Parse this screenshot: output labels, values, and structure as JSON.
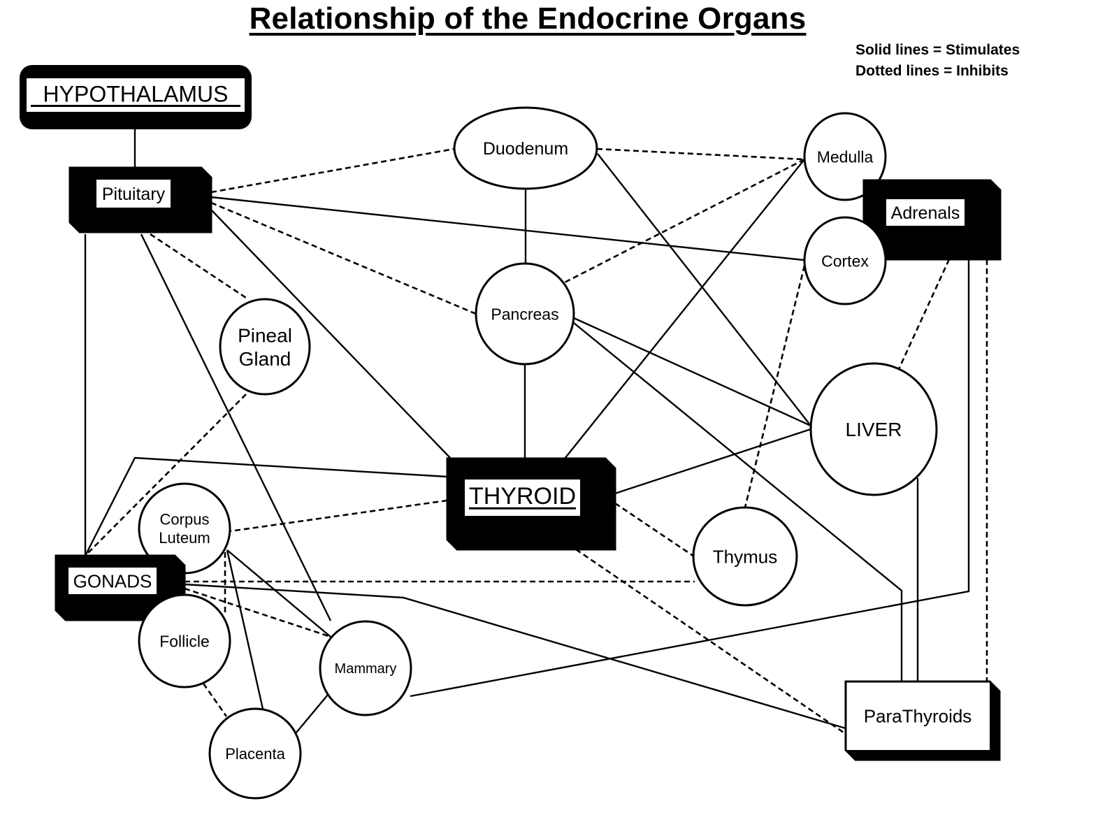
{
  "title": "Relationship of the Endocrine Organs",
  "legend": {
    "solid": "Solid lines = Stimulates",
    "dotted": "Dotted lines = Inhibits"
  },
  "colors": {
    "ink": "#000000",
    "paper": "#ffffff"
  },
  "nodes": [
    {
      "id": "hypothalamus",
      "label": [
        "HYPOTHALAMUS"
      ],
      "shape": "rounded-box",
      "style": "dark",
      "underline": true
    },
    {
      "id": "pituitary",
      "label": [
        "Pituitary"
      ],
      "shape": "box3d",
      "style": "dark"
    },
    {
      "id": "duodenum",
      "label": [
        "Duodenum"
      ],
      "shape": "ellipse"
    },
    {
      "id": "medulla",
      "label": [
        "Medulla"
      ],
      "shape": "ellipse"
    },
    {
      "id": "adrenals",
      "label": [
        "Adrenals"
      ],
      "shape": "box3d",
      "style": "dark"
    },
    {
      "id": "cortex",
      "label": [
        "Cortex"
      ],
      "shape": "ellipse"
    },
    {
      "id": "pancreas",
      "label": [
        "Pancreas"
      ],
      "shape": "ellipse"
    },
    {
      "id": "pineal",
      "label": [
        "Pineal",
        "Gland"
      ],
      "shape": "ellipse"
    },
    {
      "id": "liver",
      "label": [
        "LIVER"
      ],
      "shape": "ellipse"
    },
    {
      "id": "thyroid",
      "label": [
        "THYROID"
      ],
      "shape": "box3d",
      "style": "dark",
      "underline": true
    },
    {
      "id": "thymus",
      "label": [
        "Thymus"
      ],
      "shape": "ellipse"
    },
    {
      "id": "corpus_luteum",
      "label": [
        "Corpus",
        "Luteum"
      ],
      "shape": "ellipse"
    },
    {
      "id": "gonads",
      "label": [
        "GONADS"
      ],
      "shape": "box3d",
      "style": "dark"
    },
    {
      "id": "follicle",
      "label": [
        "Follicle"
      ],
      "shape": "ellipse"
    },
    {
      "id": "mammary",
      "label": [
        "Mammary"
      ],
      "shape": "ellipse"
    },
    {
      "id": "placenta",
      "label": [
        "Placenta"
      ],
      "shape": "ellipse"
    },
    {
      "id": "parathyroids",
      "label": [
        "ParaThyroids"
      ],
      "shape": "box3d",
      "style": "light"
    }
  ],
  "edges": [
    {
      "from": "hypothalamus",
      "to": "pituitary",
      "type": "stimulates"
    },
    {
      "from": "pituitary",
      "to": "duodenum",
      "type": "inhibits"
    },
    {
      "from": "pituitary",
      "to": "cortex",
      "type": "stimulates"
    },
    {
      "from": "pituitary",
      "to": "pancreas",
      "type": "inhibits"
    },
    {
      "from": "pituitary",
      "to": "pineal",
      "type": "inhibits"
    },
    {
      "from": "pituitary",
      "to": "thyroid",
      "type": "stimulates"
    },
    {
      "from": "pituitary",
      "to": "mammary",
      "type": "stimulates"
    },
    {
      "from": "pituitary",
      "to": "gonads",
      "type": "stimulates"
    },
    {
      "from": "duodenum",
      "to": "medulla",
      "type": "inhibits"
    },
    {
      "from": "duodenum",
      "to": "pancreas",
      "type": "stimulates"
    },
    {
      "from": "duodenum",
      "to": "liver",
      "type": "stimulates"
    },
    {
      "from": "medulla",
      "to": "pancreas",
      "type": "inhibits"
    },
    {
      "from": "medulla",
      "to": "thyroid",
      "type": "stimulates"
    },
    {
      "from": "cortex",
      "to": "thymus",
      "type": "inhibits"
    },
    {
      "from": "adrenals",
      "to": "liver",
      "type": "inhibits"
    },
    {
      "from": "adrenals",
      "to": "mammary",
      "type": "stimulates"
    },
    {
      "from": "adrenals",
      "to": "parathyroids",
      "type": "inhibits"
    },
    {
      "from": "pancreas",
      "to": "thyroid",
      "type": "stimulates"
    },
    {
      "from": "pancreas",
      "to": "liver",
      "type": "stimulates"
    },
    {
      "from": "pancreas",
      "to": "parathyroids",
      "type": "stimulates"
    },
    {
      "from": "pineal",
      "to": "gonads",
      "type": "inhibits"
    },
    {
      "from": "liver",
      "to": "thyroid",
      "type": "stimulates"
    },
    {
      "from": "liver",
      "to": "parathyroids",
      "type": "stimulates"
    },
    {
      "from": "thyroid",
      "to": "gonads",
      "type": "stimulates"
    },
    {
      "from": "thyroid",
      "to": "corpus_luteum",
      "type": "inhibits"
    },
    {
      "from": "thyroid",
      "to": "thymus",
      "type": "inhibits"
    },
    {
      "from": "thyroid",
      "to": "parathyroids",
      "type": "inhibits"
    },
    {
      "from": "gonads",
      "to": "thymus",
      "type": "inhibits"
    },
    {
      "from": "gonads",
      "to": "parathyroids",
      "type": "stimulates"
    },
    {
      "from": "gonads",
      "to": "mammary",
      "type": "inhibits"
    },
    {
      "from": "corpus_luteum",
      "to": "mammary",
      "type": "stimulates"
    },
    {
      "from": "corpus_luteum",
      "to": "placenta",
      "type": "stimulates"
    },
    {
      "from": "corpus_luteum",
      "to": "follicle",
      "type": "inhibits"
    },
    {
      "from": "follicle",
      "to": "placenta",
      "type": "inhibits"
    },
    {
      "from": "mammary",
      "to": "placenta",
      "type": "stimulates"
    }
  ]
}
